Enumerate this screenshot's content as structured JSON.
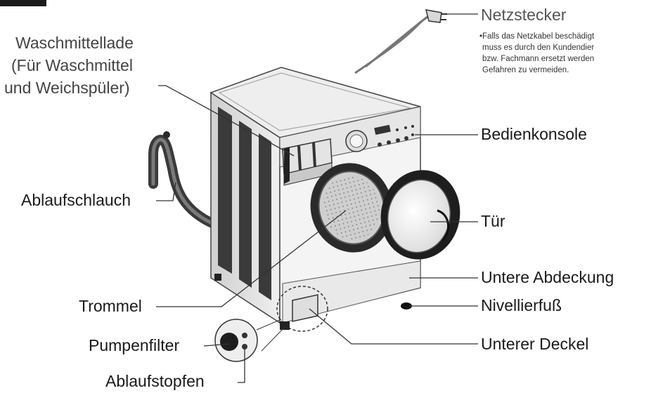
{
  "labels": {
    "netzstecker": "Netzstecker",
    "netz_note_1": "•Falls das Netzkabel beschädigt",
    "netz_note_2": "muss es durch den Kundendier",
    "netz_note_3": "bzw. Fachmann ersetzt werden",
    "netz_note_4": "Gefahren zu vermeiden.",
    "waschmittel_1": "Waschmittellade",
    "waschmittel_2": "(Für Waschmittel",
    "waschmittel_3": "und Weichspüler)",
    "bedienkonsole": "Bedienkonsole",
    "ablaufschlauch": "Ablaufschlauch",
    "tuer": "Tür",
    "untere_abdeckung": "Untere Abdeckung",
    "nivellierfuss": "Nivellierfuß",
    "trommel": "Trommel",
    "unterer_deckel": "Unterer Deckel",
    "pumpenfilter": "Pumpenfilter",
    "ablaufstopfen": "Ablaufstopfen"
  }
}
